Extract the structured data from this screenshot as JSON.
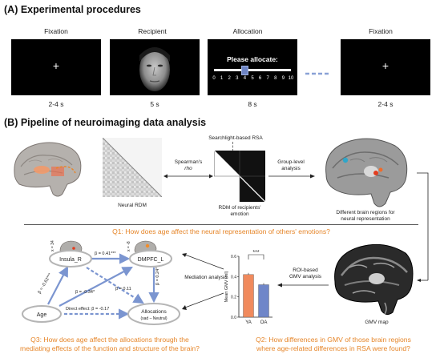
{
  "section_a": {
    "title": "(A) Experimental procedures",
    "stages": [
      {
        "label": "Fixation",
        "duration": "2-4 s"
      },
      {
        "label": "Recipient",
        "duration": "5 s"
      },
      {
        "label": "Allocation",
        "duration": "8 s"
      },
      {
        "label": "Fixation",
        "duration": "2-4 s"
      }
    ],
    "fixation_symbol": "+",
    "allocation_prompt": "Please allocate:",
    "scale_ticks": [
      "0",
      "1",
      "2",
      "3",
      "4",
      "5",
      "6",
      "7",
      "8",
      "9",
      "10"
    ],
    "slider_value": 4
  },
  "section_b": {
    "title": "(B) Pipeline of neuroimaging data analysis",
    "labels": {
      "searchlight": "Searchlight-based RSA",
      "neural_rdm": "Neural RDM",
      "spearman_1": "Spearman's",
      "spearman_2": "rho",
      "rdm_emotion_1": "RDM of recipients'",
      "rdm_emotion_2": "emotion",
      "group_level_1": "Group-level",
      "group_level_2": "analysis",
      "regions_1": "Different brain regions for",
      "regions_2": "neural representation",
      "roi_1": "ROI-based",
      "roi_2": "GMV analysis",
      "gmv_map": "GMV map",
      "mediation": "Mediation analysis"
    },
    "q1": "Q1: How does age affect the neural representation of others' emotions?",
    "q2_line1": "Q2: How differences in GMV of those brain regions",
    "q2_line2": "where age-related differences in RSA were found?",
    "q3_line1": "Q3: How does age affect the allocations through the",
    "q3_line2": "mediating effects of the function and structure of the brain?"
  },
  "mediation_model": {
    "nodes": {
      "insula": "Insula_R",
      "dmpfc": "DMPFC_L",
      "age": "Age",
      "alloc_1": "Allocations",
      "alloc_2": "(sad – Neutral)"
    },
    "coords": {
      "insula_x": "x = 34",
      "dmpfc_x": "x = -8"
    },
    "paths": {
      "insula_dmpfc": "β = 0.41***",
      "age_insula": "β = -0.62***",
      "age_dmpfc": "β = -0.34*",
      "insula_alloc": "β = 0.11",
      "dmpfc_alloc": "β = 0.24*",
      "direct": "Direct effect: β = -0.17"
    }
  },
  "chart_data": {
    "type": "bar",
    "categories": [
      "YA",
      "OA"
    ],
    "values": [
      0.42,
      0.32
    ],
    "ylabel": "Mean GMV (ml)",
    "ylim": [
      0,
      0.6
    ],
    "yticks": [
      "0.0",
      "0.2",
      "0.4",
      "0.6"
    ],
    "significance": "***",
    "colors": [
      "#f08a5d",
      "#6f86c9"
    ]
  },
  "colors": {
    "accent_orange": "#e6862a",
    "arrow_blue": "#7b95d0"
  }
}
